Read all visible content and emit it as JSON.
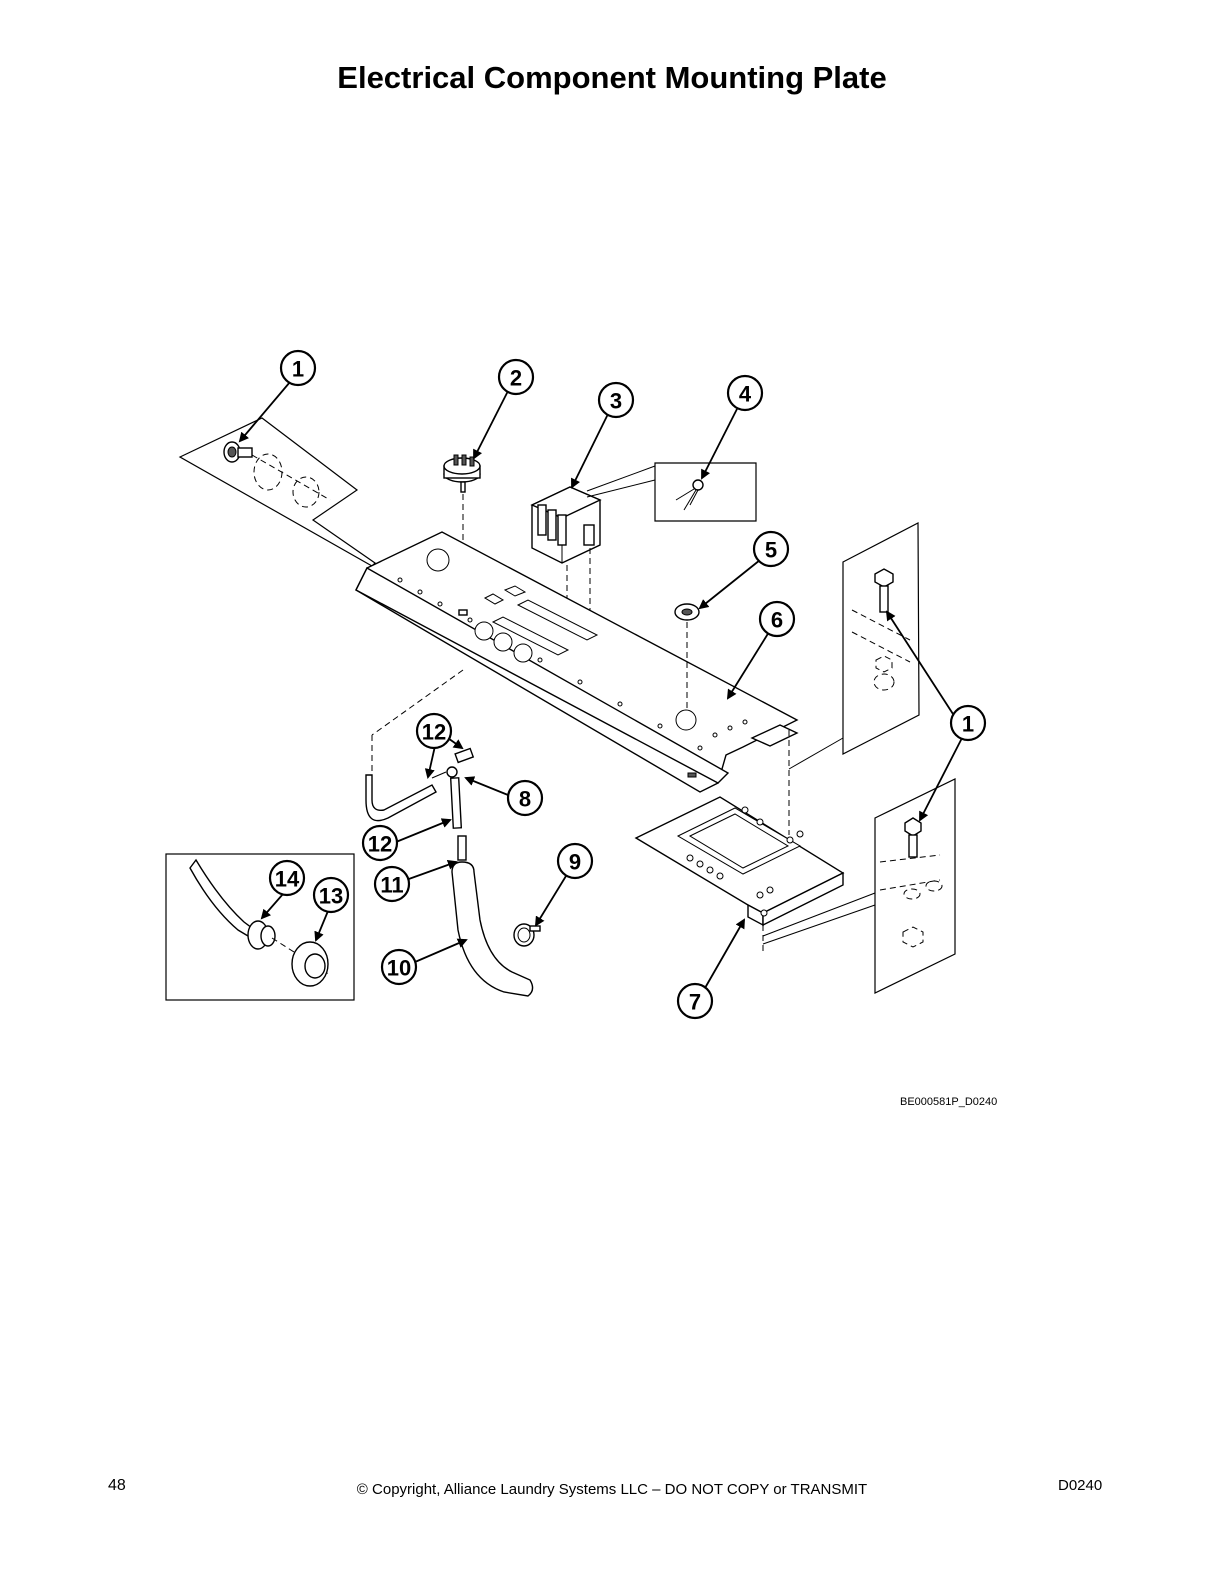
{
  "page": {
    "title": "Electrical Component Mounting Plate",
    "drawing_id": "BE000581P_D0240",
    "page_number": "48",
    "copyright": "© Copyright, Alliance Laundry Systems LLC – DO NOT COPY or TRANSMIT",
    "doc_code": "D0240"
  },
  "callouts": {
    "c1a": "1",
    "c2": "2",
    "c3": "3",
    "c4": "4",
    "c5": "5",
    "c6": "6",
    "c1b": "1",
    "c12a": "12",
    "c8": "8",
    "c12b": "12",
    "c9": "9",
    "c11": "11",
    "c14": "14",
    "c13": "13",
    "c10": "10",
    "c7": "7"
  }
}
